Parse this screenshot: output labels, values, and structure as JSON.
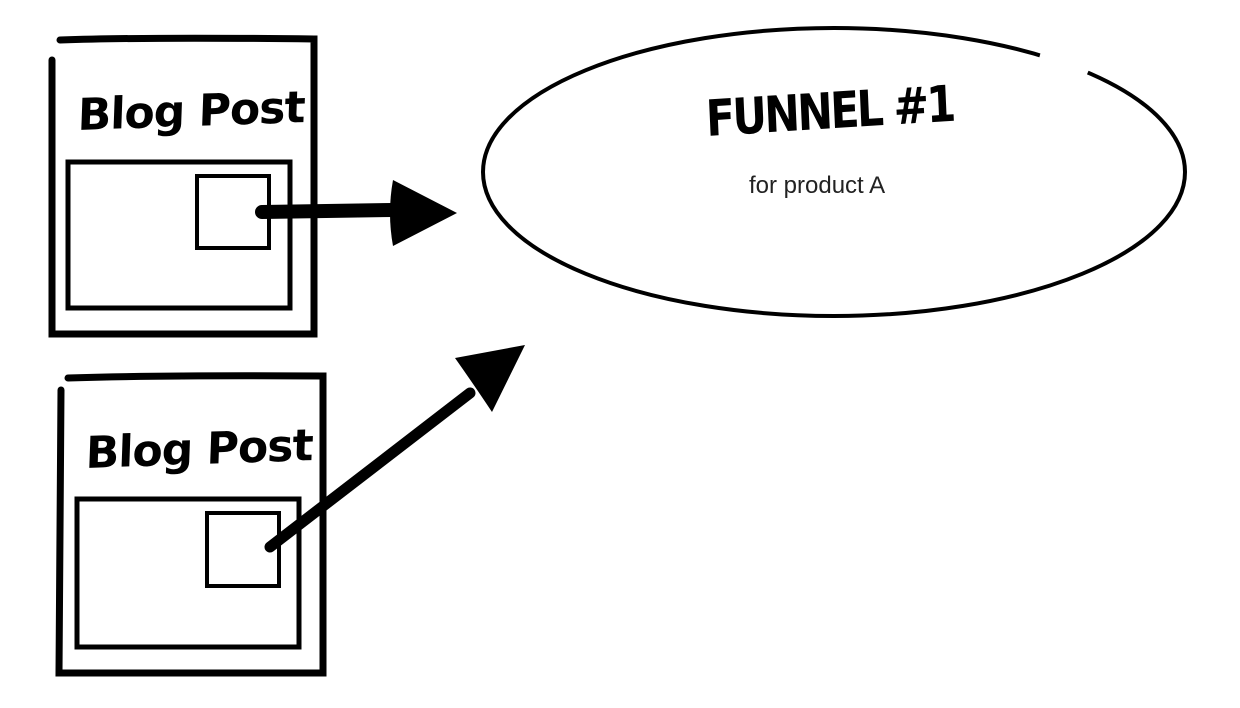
{
  "diagram": {
    "colors": {
      "stroke": "#000000",
      "background": "#ffffff"
    },
    "nodes": [
      {
        "id": "blog-post-1",
        "type": "blog-post",
        "title": "Blog Post"
      },
      {
        "id": "blog-post-2",
        "type": "blog-post",
        "title": "Blog Post"
      },
      {
        "id": "funnel-1",
        "type": "ellipse",
        "title": "FUNNEL #1",
        "subtitle": "for product A"
      }
    ],
    "edges": [
      {
        "from": "blog-post-1",
        "to": "funnel-1",
        "style": "brush-arrow"
      },
      {
        "from": "blog-post-2",
        "to": "funnel-1",
        "style": "brush-arrow"
      }
    ]
  }
}
